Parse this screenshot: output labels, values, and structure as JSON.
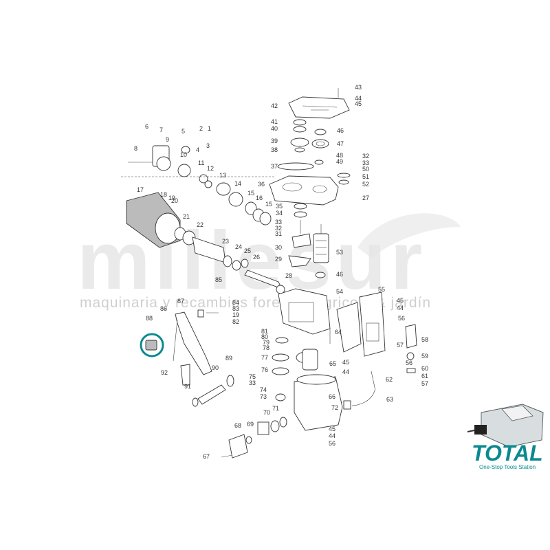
{
  "watermark": {
    "main": "millesur",
    "sub": "maquinaria y recambios forestal, agricola & jardín"
  },
  "brand": {
    "name": "TOTAL",
    "tagline": "One-Stop Tools Station"
  },
  "highlight": {
    "part": "88",
    "color": "#0a8a90"
  },
  "parts": [
    {
      "n": "43"
    },
    {
      "n": "44"
    },
    {
      "n": "45"
    },
    {
      "n": "42"
    },
    {
      "n": "41"
    },
    {
      "n": "46"
    },
    {
      "n": "40"
    },
    {
      "n": "39"
    },
    {
      "n": "47"
    },
    {
      "n": "38"
    },
    {
      "n": "48"
    },
    {
      "n": "32"
    },
    {
      "n": "33"
    },
    {
      "n": "37"
    },
    {
      "n": "49"
    },
    {
      "n": "50"
    },
    {
      "n": "51"
    },
    {
      "n": "52"
    },
    {
      "n": "36"
    },
    {
      "n": "27"
    },
    {
      "n": "35"
    },
    {
      "n": "34"
    },
    {
      "n": "33"
    },
    {
      "n": "32"
    },
    {
      "n": "31"
    },
    {
      "n": "30"
    },
    {
      "n": "53"
    },
    {
      "n": "29"
    },
    {
      "n": "46"
    },
    {
      "n": "28"
    },
    {
      "n": "6"
    },
    {
      "n": "7"
    },
    {
      "n": "5"
    },
    {
      "n": "2"
    },
    {
      "n": "1"
    },
    {
      "n": "3"
    },
    {
      "n": "4"
    },
    {
      "n": "9"
    },
    {
      "n": "8"
    },
    {
      "n": "10"
    },
    {
      "n": "11"
    },
    {
      "n": "12"
    },
    {
      "n": "13"
    },
    {
      "n": "14"
    },
    {
      "n": "17"
    },
    {
      "n": "18"
    },
    {
      "n": "19"
    },
    {
      "n": "20"
    },
    {
      "n": "15"
    },
    {
      "n": "16"
    },
    {
      "n": "15"
    },
    {
      "n": "21"
    },
    {
      "n": "22"
    },
    {
      "n": "23"
    },
    {
      "n": "24"
    },
    {
      "n": "25"
    },
    {
      "n": "26"
    },
    {
      "n": "85"
    },
    {
      "n": "84"
    },
    {
      "n": "83"
    },
    {
      "n": "19"
    },
    {
      "n": "82"
    },
    {
      "n": "87"
    },
    {
      "n": "86"
    },
    {
      "n": "88"
    },
    {
      "n": "81"
    },
    {
      "n": "80"
    },
    {
      "n": "79"
    },
    {
      "n": "78"
    },
    {
      "n": "77"
    },
    {
      "n": "76"
    },
    {
      "n": "75"
    },
    {
      "n": "33"
    },
    {
      "n": "74"
    },
    {
      "n": "73"
    },
    {
      "n": "72"
    },
    {
      "n": "71"
    },
    {
      "n": "70"
    },
    {
      "n": "69"
    },
    {
      "n": "68"
    },
    {
      "n": "67"
    },
    {
      "n": "92"
    },
    {
      "n": "91"
    },
    {
      "n": "90"
    },
    {
      "n": "89"
    },
    {
      "n": "54"
    },
    {
      "n": "55"
    },
    {
      "n": "45"
    },
    {
      "n": "44"
    },
    {
      "n": "56"
    },
    {
      "n": "58"
    },
    {
      "n": "57"
    },
    {
      "n": "64"
    },
    {
      "n": "65"
    },
    {
      "n": "45"
    },
    {
      "n": "44"
    },
    {
      "n": "56"
    },
    {
      "n": "59"
    },
    {
      "n": "60"
    },
    {
      "n": "61"
    },
    {
      "n": "57"
    },
    {
      "n": "62"
    },
    {
      "n": "63"
    },
    {
      "n": "66"
    },
    {
      "n": "45"
    },
    {
      "n": "44"
    },
    {
      "n": "56"
    }
  ]
}
